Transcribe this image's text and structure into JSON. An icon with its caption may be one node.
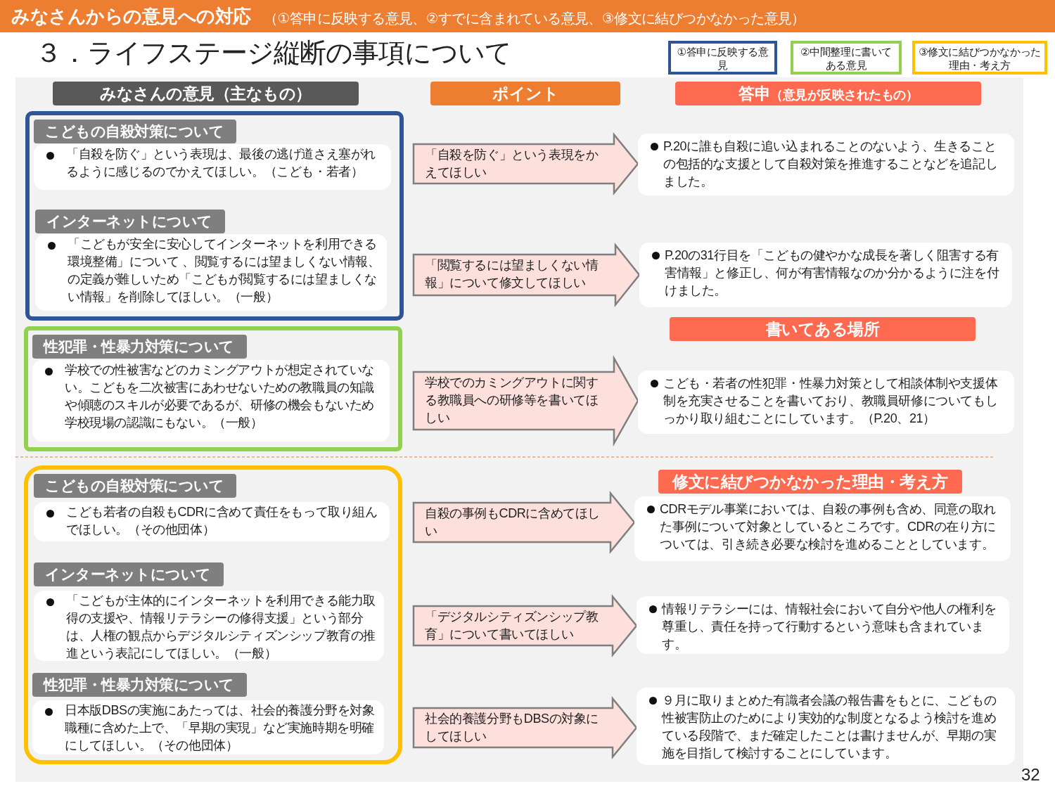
{
  "diagram": {
    "title": "３．ライフステージ縦断の事項について",
    "nodes": [
      {
        "text": [
          "みなさんからの意見への対応",
          "（①答申に反映する意見、②すでに含まれている意見、③修文に結びつかなかった意見）"
        ]
      },
      {
        "text": [
          "みなさんの意見（主なもの）"
        ]
      },
      {
        "text": [
          "ポイント"
        ]
      },
      {
        "text": [
          "答申",
          "（意見が反映されたもの）"
        ]
      },
      {
        "text": [],
        "shape": "box"
      },
      {
        "text": [
          "こどもの自殺対策について",
          "「自殺を防ぐ」という表現は、最後の逃げ道さえ塞がれるように感じるのでかえてほしい。（こども・若者）"
        ],
        "in": 4
      },
      {
        "text": [
          "インターネットについて",
          "「こどもが安全に安心してインターネットを利用できる環境整備」について 、閲覧するには望ましくない情報、の定義が難しいため「こどもが閲覧するには望ましくない情報」を削除してほしい。（一般）"
        ],
        "in": 4
      },
      {
        "text": [],
        "shape": "box"
      },
      {
        "text": [
          "性犯罪・性暴力対策について",
          "学校での性被害などのカミングアウトが想定されていない。こどもを二次被害にあわせないための教職員の知識や傾聴のスキルが必要であるが、研修の機会もないため学校現場の認識にもない。（一般）"
        ],
        "in": 7
      },
      {
        "text": [],
        "shape": "box"
      },
      {
        "text": [
          "こどもの自殺対策について",
          "こども若者の自殺もCDRに含めて責任をもって取り組んでほしい。（その他団体）"
        ],
        "in": 9
      },
      {
        "text": [
          "インターネットについて",
          "「こどもが主体的にインターネットを利用できる能力取得の支援や、情報リテラシーの修得支援」という部分は、人権の観点からデジタルシティズンシップ教育の推進という表記にしてほしい。（一般）"
        ],
        "in": 9
      },
      {
        "text": [
          "性犯罪・性暴力対策について",
          "日本版DBSの実施にあたっては、社会的養護分野を対象職種に含めた上で、「早期の実現」など実施時期を明確にしてほしい。（その他団体）"
        ],
        "in": 9
      },
      {
        "text": [
          "P.20に誰も自殺に追い込まれることのないよう、生きることの包括的な支援として自殺対策を推進することなどを追記しました。"
        ]
      },
      {
        "text": [
          "P.20の31行目を「こどもの健やかな成長を著しく阻害する有害情報」と修正し、何が有害情報なのか分かるように注を付けました。"
        ]
      },
      {
        "text": [
          "書いてある場所"
        ]
      },
      {
        "text": [
          "こども・若者の性犯罪・性暴力対策として相談体制や支援体制を充実させることを書いており、教職員研修についてもしっかり取り組むことにしています。（P.20、21）"
        ]
      },
      {
        "text": [
          "修文に結びつかなかった理由・考え方"
        ]
      },
      {
        "text": [
          "CDRモデル事業においては、自殺の事例も含め、同意の取れた事例について対象としているところです。CDRの在り方については、引き続き必要な検討を進めることとしています。"
        ]
      },
      {
        "text": [
          "情報リテラシーには、情報社会において自分や他人の権利を尊重し、責任を持って行動するという意味も含まれています。"
        ]
      },
      {
        "text": [
          "９月に取りまとめた有識者会議の報告書をもとに、こどもの性被害防止のためにより実効的な制度となるよう検討を進めている段階で、まだ確定したことは書けませんが、早期の実施を目指して検討することにしています。"
        ]
      }
    ],
    "edges": [
      {
        "from": 5,
        "to": 13,
        "arrow": "to",
        "label": "「自殺を防ぐ」という表現をかえてほしい"
      },
      {
        "from": 6,
        "to": 14,
        "arrow": "to",
        "label": "「閲覧するには望ましくない情報」について修文してほしい"
      },
      {
        "from": 8,
        "to": 16,
        "arrow": "to",
        "label": "学校でのカミングアウトに関する教職員への研修等を書いてほしい"
      },
      {
        "from": 10,
        "to": 18,
        "arrow": "to",
        "label": "自殺の事例もCDRに含めてほしい"
      },
      {
        "from": 11,
        "to": 19,
        "arrow": "to",
        "label": "「デジタルシティズンシップ教育」について書いてほしい"
      },
      {
        "from": 12,
        "to": 20,
        "arrow": "to",
        "label": "社会的養護分野もDBSの対象にしてほしい"
      }
    ],
    "labels": [
      "32"
    ],
    "legend": [
      {
        "text": "①答申に反映する意見",
        "color": "#2f5597"
      },
      {
        "text": "②中間整理に書いてある意見",
        "color": "#92d050"
      },
      {
        "text": "③修文に結びつかなかった理由・考え方",
        "color": "#ffc000"
      }
    ]
  }
}
